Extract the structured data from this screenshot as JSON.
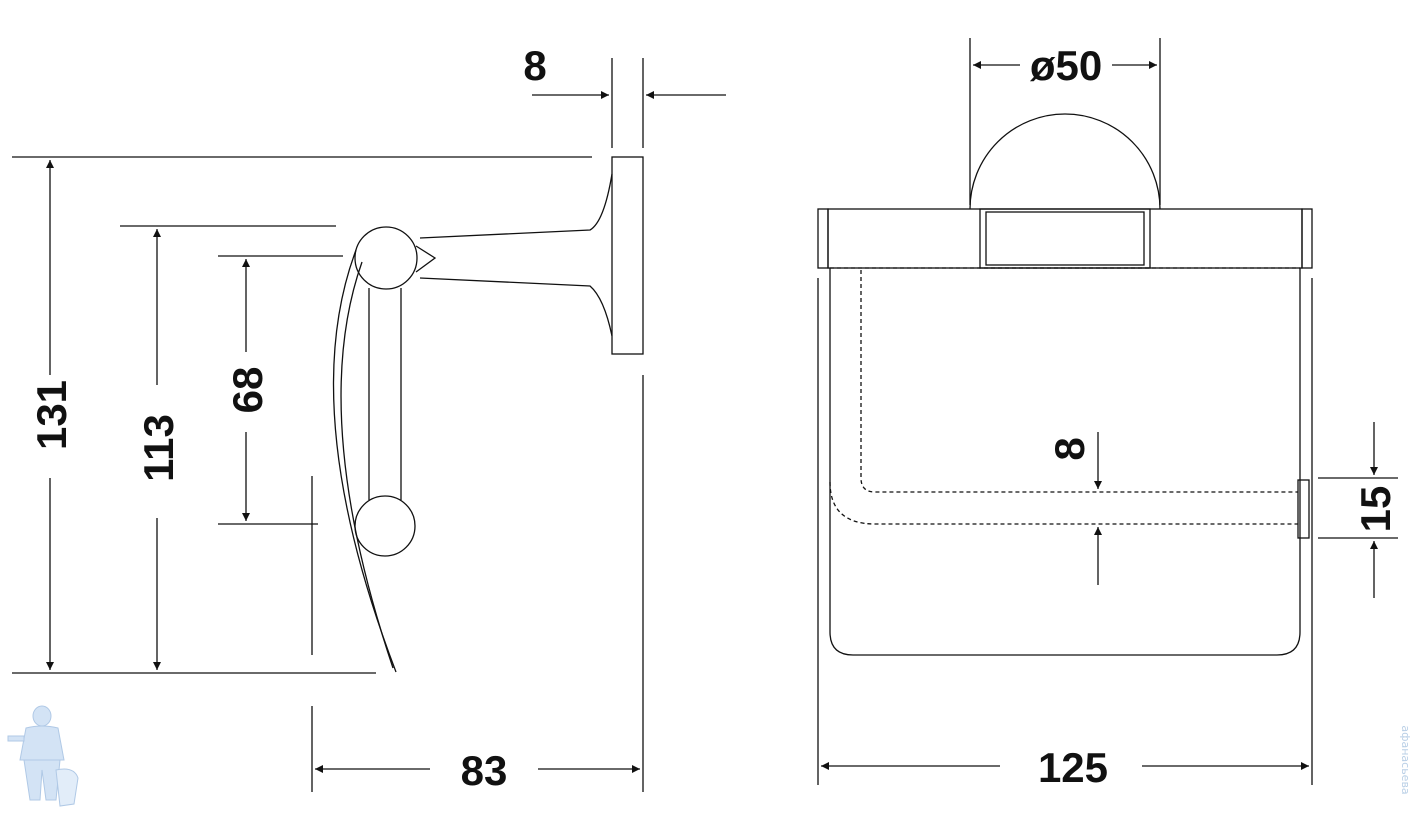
{
  "drawing": {
    "side_view": {
      "dims": {
        "mount_plate_thickness": "8",
        "total_height": "131",
        "bar_height": "113",
        "roll_axis_height": "68",
        "depth": "83"
      }
    },
    "front_view": {
      "dims": {
        "rosette_diameter": "ø50",
        "roll_gap": "8",
        "end_height": "15",
        "width": "125"
      }
    },
    "watermark": {
      "text": "афанасьева"
    },
    "colors": {
      "line": "#111111",
      "watermark": "#bcd4ee"
    }
  }
}
